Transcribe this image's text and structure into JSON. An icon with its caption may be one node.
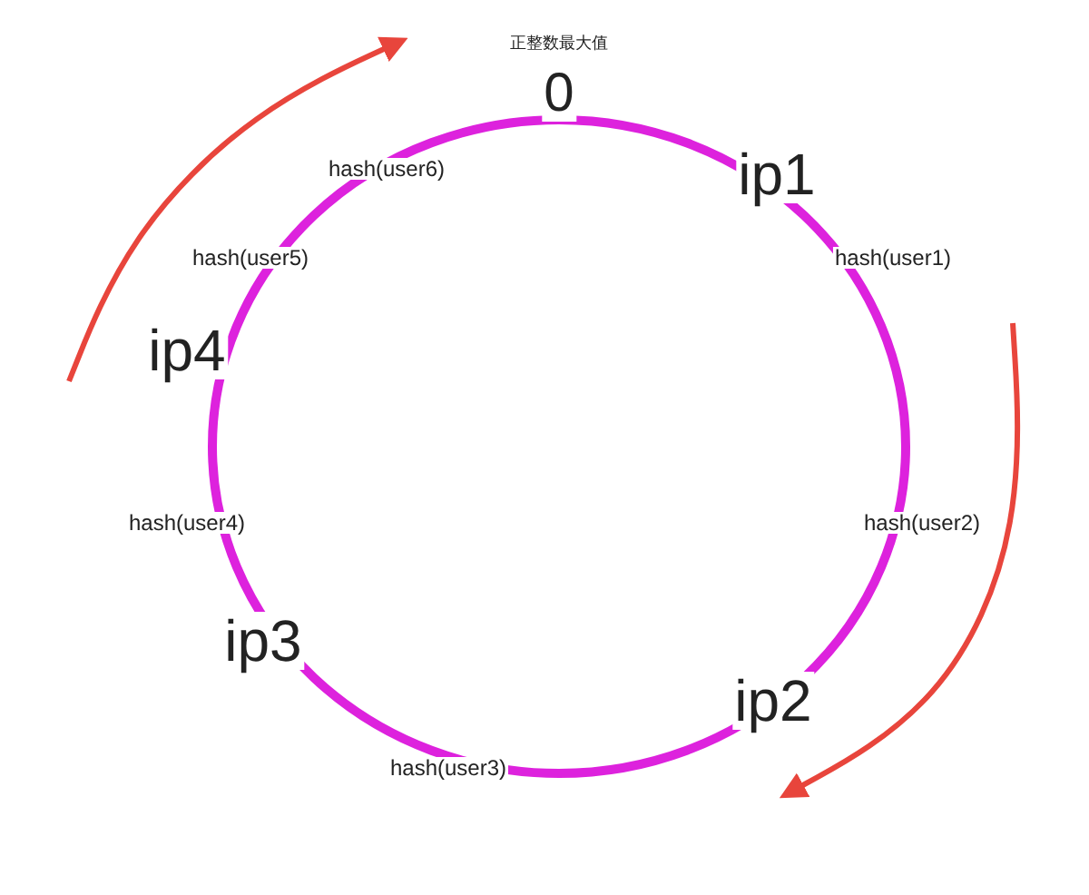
{
  "diagram": {
    "labels": [
      "正整数最大值",
      "0",
      "ip1",
      "hash(user6)",
      "hash(user5)",
      "hash(user1)",
      "ip4",
      "hash(user4)",
      "hash(user2)",
      "ip3",
      "ip2",
      "hash(user3)"
    ]
  }
}
